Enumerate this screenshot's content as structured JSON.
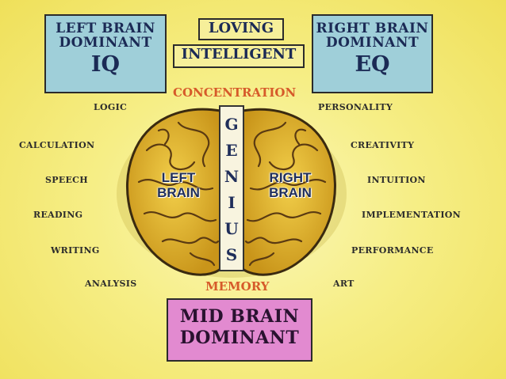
{
  "boxes": {
    "left": {
      "line1": "LEFT BRAIN",
      "line2": "DOMINANT",
      "abbr": "IQ"
    },
    "right": {
      "line1": "RIGHT BRAIN",
      "line2": "DOMINANT",
      "abbr": "EQ"
    },
    "mid": {
      "line1": "MID BRAIN",
      "line2": "DOMINANT"
    },
    "top1": "LOVING",
    "top2": "INTELLIGENT"
  },
  "center_labels": {
    "top": "CONCENTRATION",
    "bottom": "MEMORY"
  },
  "genius": [
    "G",
    "E",
    "N",
    "I",
    "U",
    "S"
  ],
  "hemispheres": {
    "left": [
      "LEFT",
      "BRAIN"
    ],
    "right": [
      "RIGHT",
      "BRAIN"
    ]
  },
  "left_traits": [
    "LOGIC",
    "CALCULATION",
    "SPEECH",
    "READING",
    "WRITING",
    "ANALYSIS"
  ],
  "right_traits": [
    "PERSONALITY",
    "CREATIVITY",
    "INTUITION",
    "IMPLEMENTATION",
    "PERFORMANCE",
    "ART"
  ],
  "colors": {
    "left_box": "#9fcfd9",
    "right_box": "#9fcfd9",
    "mid_box": "#e28ad0",
    "brain": "#e7b92c",
    "accent_text": "#d65a2a"
  }
}
